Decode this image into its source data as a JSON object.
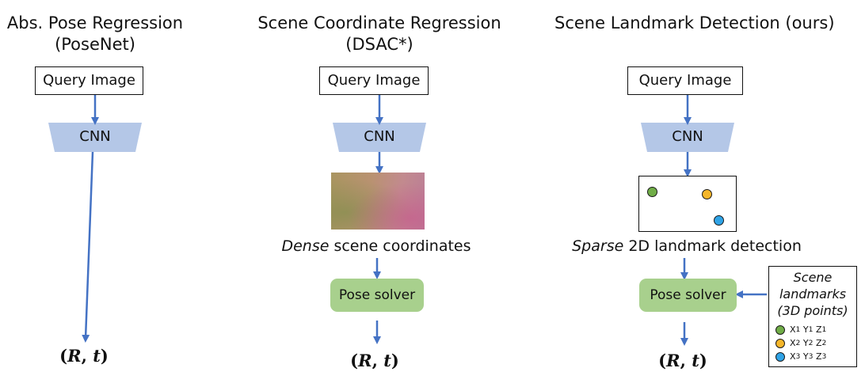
{
  "columns": {
    "posenet": {
      "title_line1": "Abs. Pose Regression",
      "title_line2": "(PoseNet)",
      "query_label": "Query Image",
      "cnn_label": "CNN",
      "output": {
        "open": "(",
        "r": "R",
        "comma": ", ",
        "t": "t",
        "close": ")"
      }
    },
    "dsac": {
      "title_line1": "Scene Coordinate Regression",
      "title_line2": "(DSAC*)",
      "query_label": "Query Image",
      "cnn_label": "CNN",
      "caption_italic": "Dense",
      "caption_rest": " scene coordinates",
      "solver_label": "Pose solver",
      "output": {
        "open": "(",
        "r": "R",
        "comma": ", ",
        "t": "t",
        "close": ")"
      }
    },
    "ours": {
      "title_line1": "Scene Landmark Detection (ours)",
      "query_label": "Query Image",
      "cnn_label": "CNN",
      "caption_italic": "Sparse",
      "caption_rest": " 2D landmark detection",
      "solver_label": "Pose solver",
      "output": {
        "open": "(",
        "r": "R",
        "comma": ", ",
        "t": "t",
        "close": ")"
      },
      "landmarks": {
        "title_line1": "Scene",
        "title_line2": "landmarks",
        "title_line3": "(3D points)",
        "points": [
          {
            "x": "X",
            "y": "Y",
            "z": "Z",
            "sub": "1",
            "color": "#70ad47"
          },
          {
            "x": "X",
            "y": "Y",
            "z": "Z",
            "sub": "2",
            "color": "#f5b62a"
          },
          {
            "x": "X",
            "y": "Y",
            "z": "Z",
            "sub": "3",
            "color": "#2fa3e6"
          }
        ]
      },
      "detections": [
        {
          "color": "#70ad47"
        },
        {
          "color": "#f5b62a"
        },
        {
          "color": "#2fa3e6"
        }
      ]
    }
  },
  "colors": {
    "arrow": "#4472c4",
    "cnn": "#b4c7e7",
    "solver": "#a8d08d"
  }
}
